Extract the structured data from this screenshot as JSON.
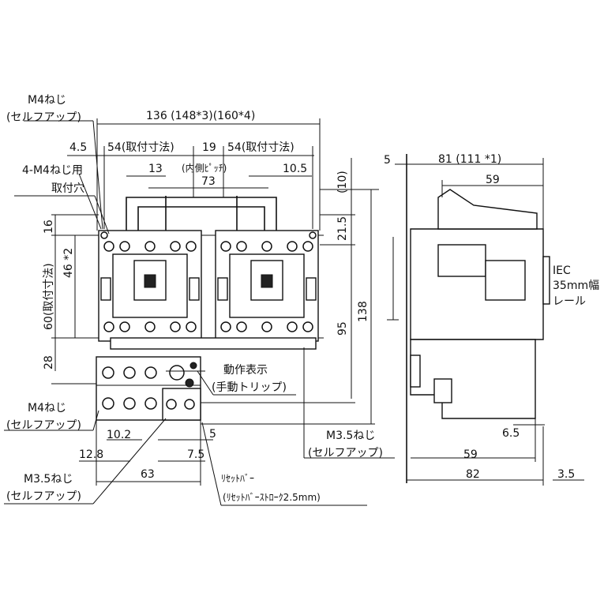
{
  "front_view": {
    "m4_screw_top": {
      "line1": "M4ねじ",
      "line2": "(セルフアップ)"
    },
    "overall_width": "136 (148*3)(160*4)",
    "dim_4_5": "4.5",
    "mount_pitch_left": "54(取付寸法)",
    "dim_19": "19",
    "mount_pitch_right": "54(取付寸法)",
    "dim_13": "13",
    "inner_pitch": "(内側ﾋﾟｯﾁ)",
    "dim_10_5": "10.5",
    "mount_hole": {
      "line1": "4-M4ねじ用",
      "line2": "取付穴"
    },
    "dim_73": "73",
    "dim_10": "(10)",
    "dim_21_5": "21.5",
    "dim_95": "95",
    "dim_138": "138",
    "dim_16": "16",
    "dim_46": "46 *2",
    "mount_height": "60(取付寸法)",
    "dim_28": "28",
    "trip_indicator": {
      "line1": "動作表示",
      "line2": "(手動トリップ)"
    },
    "m4_screw_bottom": {
      "line1": "M4ねじ",
      "line2": "(セルフアップ)"
    },
    "dim_10_2": "10.2",
    "dim_5": "5",
    "dim_12_8": "12.8",
    "dim_7_5": "7.5",
    "dim_63": "63",
    "m35_screw_right": {
      "line1": "M3.5ねじ",
      "line2": "(セルフアップ)"
    },
    "m35_screw_left": {
      "line1": "M3.5ねじ",
      "line2": "(セルフアップ)"
    },
    "reset_bar": {
      "line1": "ﾘｾｯﾄﾊﾞｰ",
      "line2": "(ﾘｾｯﾄﾊﾞｰｽﾄﾛｰｸ2.5mm)"
    }
  },
  "side_view": {
    "dim_5": "5",
    "depth": "81 (111 *1)",
    "dim_59_top": "59",
    "rail": {
      "line1": "IEC",
      "line2": "35mm幅",
      "line3": "レール"
    },
    "dim_6_5": "6.5",
    "dim_59_bottom": "59",
    "dim_82": "82",
    "dim_3_5": "3.5"
  }
}
